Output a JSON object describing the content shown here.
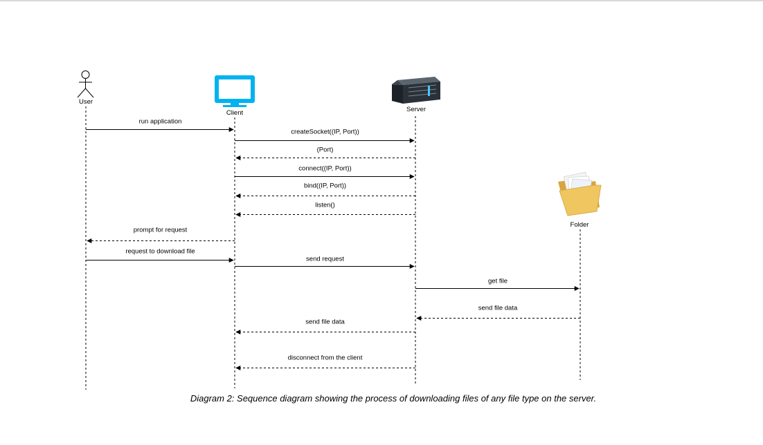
{
  "participants": {
    "user": "User",
    "client": "Client",
    "server": "Server",
    "folder": "Folder"
  },
  "messages": [
    {
      "label": "run application",
      "from": "user",
      "to": "client",
      "style": "solid"
    },
    {
      "label": "createSocket((IP, Port))",
      "from": "client",
      "to": "server",
      "style": "solid"
    },
    {
      "label": "(Port)",
      "from": "server",
      "to": "client",
      "style": "dashed"
    },
    {
      "label": "connect((IP, Port))",
      "from": "client",
      "to": "server",
      "style": "solid"
    },
    {
      "label": "bind((IP, Port))",
      "from": "server",
      "to": "client",
      "style": "dashed"
    },
    {
      "label": "listen()",
      "from": "server",
      "to": "client",
      "style": "dashed"
    },
    {
      "label": "prompt for request",
      "from": "client",
      "to": "user",
      "style": "dashed"
    },
    {
      "label": "request to download file",
      "from": "user",
      "to": "client",
      "style": "solid"
    },
    {
      "label": "send request",
      "from": "client",
      "to": "server",
      "style": "solid"
    },
    {
      "label": "get file",
      "from": "server",
      "to": "folder",
      "style": "solid"
    },
    {
      "label": "send file data",
      "from": "folder",
      "to": "server",
      "style": "dashed"
    },
    {
      "label": "send file data",
      "from": "server",
      "to": "client",
      "style": "dashed"
    },
    {
      "label": "disconnect from the client",
      "from": "server",
      "to": "client",
      "style": "dashed"
    }
  ],
  "caption": "Diagram 2:  Sequence diagram showing the process of downloading files of any file type on the server."
}
